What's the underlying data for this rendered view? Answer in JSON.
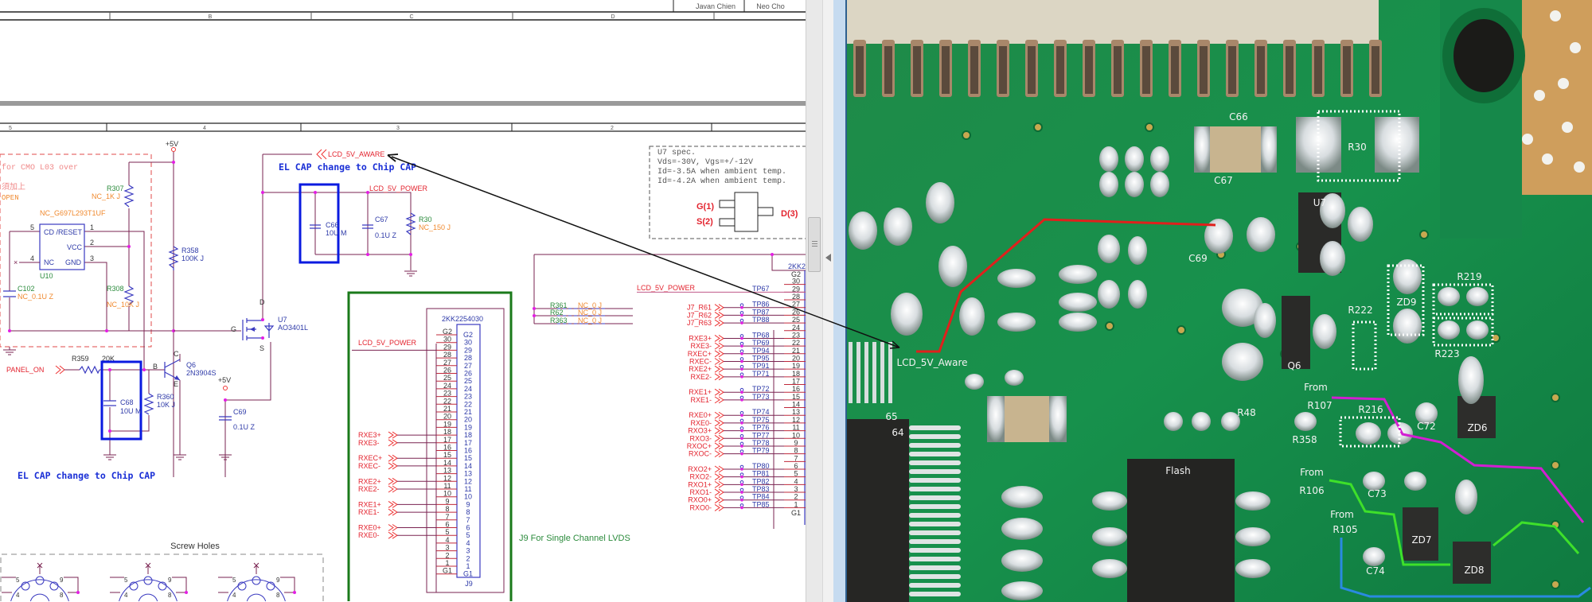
{
  "title_block": {
    "names": [
      "Javan Chien",
      "Neo Cho"
    ],
    "col_letters": [
      "B",
      "C",
      "D"
    ],
    "row_numbers": [
      "5",
      "4",
      "3",
      "2"
    ]
  },
  "schematic": {
    "vcc_5v": "+5V",
    "note_cmo": "for CMO L03 over",
    "note_cn": "須加上",
    "note_open": "OPEN",
    "r307": {
      "ref": "R307",
      "val": "NC_1K J"
    },
    "r308": {
      "ref": "R308",
      "val": "NC_10K J"
    },
    "u10": {
      "part": "NC_G697L293T1UF",
      "ref": "U10",
      "pins": {
        "cd_reset": "CD /RESET",
        "vcc": "VCC",
        "nc": "NC",
        "gnd": "GND"
      },
      "pin_numbers": [
        "5",
        "1",
        "2",
        "4",
        "3"
      ]
    },
    "c102": {
      "ref": "C102",
      "val": "NC_0.1U Z"
    },
    "r358": {
      "ref": "R358",
      "val": "100K J"
    },
    "u7": {
      "ref": "U7",
      "val": "AO3401L",
      "g": "G",
      "d": "D",
      "s": "S"
    },
    "lcd_5v_aware": "LCD_5V_AWARE",
    "el_cap_note": "EL CAP change to Chip CAP",
    "lcd_5v_power": "LCD_5V_POWER",
    "c66": {
      "ref": "C66",
      "val": "10U M"
    },
    "c67": {
      "ref": "C67",
      "val": "0.1U Z"
    },
    "r30": {
      "ref": "R30",
      "val": "NC_150 J"
    },
    "panel_on": "PANEL_ON",
    "r359": {
      "ref": "R359",
      "val": "20K"
    },
    "q6": {
      "ref": "Q6",
      "val": "2N3904S",
      "b": "B",
      "c": "C",
      "e": "E"
    },
    "c68": {
      "ref": "C68",
      "val": "10U M"
    },
    "r360": {
      "ref": "R360",
      "val": "10K J"
    },
    "c69": {
      "ref": "C69",
      "val": "0.1U Z"
    },
    "screw_holes": "Screw Holes",
    "screw_pins": [
      "5",
      "9",
      "4",
      "8"
    ],
    "u7_spec": {
      "lines": [
        "U7 spec.",
        "Vds=-30V, Vgs=+/-12V",
        "Id=-3.5A when ambient temp.",
        "Id=-4.2A when ambient temp."
      ],
      "g": "G(1)",
      "s": "S(2)",
      "d": "D(3)"
    },
    "j9": {
      "part": "2KK2254030",
      "ref": "J9",
      "caption": "J9 For Single Channel LVDS",
      "power": "LCD_5V_POWER",
      "pins": [
        "G2",
        "30",
        "29",
        "28",
        "27",
        "26",
        "25",
        "24",
        "23",
        "22",
        "21",
        "20",
        "19",
        "18",
        "17",
        "16",
        "15",
        "14",
        "13",
        "12",
        "11",
        "10",
        "9",
        "8",
        "7",
        "6",
        "5",
        "4",
        "3",
        "2",
        "1",
        "G1"
      ],
      "signals": [
        {
          "pin": "18",
          "name": "RXE3+"
        },
        {
          "pin": "17",
          "name": "RXE3-"
        },
        {
          "pin": "15",
          "name": "RXEC+"
        },
        {
          "pin": "14",
          "name": "RXEC-"
        },
        {
          "pin": "12",
          "name": "RXE2+"
        },
        {
          "pin": "11",
          "name": "RXE2-"
        },
        {
          "pin": "9",
          "name": "RXE1+"
        },
        {
          "pin": "8",
          "name": "RXE1-"
        },
        {
          "pin": "6",
          "name": "RXE0+"
        },
        {
          "pin": "5",
          "name": "RXE0-"
        }
      ]
    },
    "r361": {
      "ref": "R361",
      "val": "NC_0 J"
    },
    "r62": {
      "ref": "R62",
      "val": "NC_0 J"
    },
    "r363": {
      "ref": "R363",
      "val": "NC_0 J"
    },
    "j7": {
      "part": "2KK2",
      "power": {
        "label": "LCD_5V_POWER",
        "tp": "TP67",
        "pin": "29"
      },
      "signals": [
        {
          "pin": "27",
          "name": "J7_R61",
          "tp": "TP86"
        },
        {
          "pin": "26",
          "name": "J7_R62",
          "tp": "TP87"
        },
        {
          "pin": "25",
          "name": "J7_R63",
          "tp": "TP88"
        },
        {
          "pin": "23",
          "name": "RXE3+",
          "tp": "TP68"
        },
        {
          "pin": "22",
          "name": "RXE3-",
          "tp": "TP69"
        },
        {
          "pin": "21",
          "name": "RXEC+",
          "tp": "TP94"
        },
        {
          "pin": "20",
          "name": "RXEC-",
          "tp": "TP95"
        },
        {
          "pin": "19",
          "name": "RXE2+",
          "tp": "TP91"
        },
        {
          "pin": "18",
          "name": "RXE2-",
          "tp": "TP71"
        },
        {
          "pin": "16",
          "name": "RXE1+",
          "tp": "TP72"
        },
        {
          "pin": "15",
          "name": "RXE1-",
          "tp": "TP73"
        },
        {
          "pin": "13",
          "name": "RXE0+",
          "tp": "TP74"
        },
        {
          "pin": "12",
          "name": "RXE0-",
          "tp": "TP75"
        },
        {
          "pin": "11",
          "name": "RXO3+",
          "tp": "TP76"
        },
        {
          "pin": "10",
          "name": "RXO3-",
          "tp": "TP77"
        },
        {
          "pin": "9",
          "name": "RXOC+",
          "tp": "TP78"
        },
        {
          "pin": "8",
          "name": "RXOC-",
          "tp": "TP79"
        },
        {
          "pin": "6",
          "name": "RXO2+",
          "tp": "TP80"
        },
        {
          "pin": "5",
          "name": "RXO2-",
          "tp": "TP81"
        },
        {
          "pin": "4",
          "name": "RXO1+",
          "tp": "TP82"
        },
        {
          "pin": "3",
          "name": "RXO1-",
          "tp": "TP83"
        },
        {
          "pin": "2",
          "name": "RXO0+",
          "tp": "TP84"
        },
        {
          "pin": "1",
          "name": "RXO0-",
          "tp": "TP85"
        }
      ]
    }
  },
  "photo": {
    "labels": {
      "c66": "C66",
      "r30": "R30",
      "c67": "C67",
      "u7": "U7",
      "c69": "C69",
      "r219": "R219",
      "zd9": "ZD9",
      "r222": "R222",
      "r223": "R223",
      "lcd_5v_aware": "LCD_5V_Aware",
      "q6": "Q6",
      "from1": "From",
      "r107": "R107",
      "r216": "R216",
      "r48": "R48",
      "c72": "C72",
      "zd6": "ZD6",
      "r358": "R358",
      "pin65": "65",
      "pin64": "64",
      "flash": "Flash",
      "from2": "From",
      "r106": "R106",
      "c73": "C73",
      "from3": "From",
      "r105": "R105",
      "zd7": "ZD7",
      "c74": "C74",
      "zd8": "ZD8"
    },
    "trace_colors": {
      "lcd_5v": "#e0201c",
      "r107": "#d21ed2",
      "r106": "#3ee02a",
      "r105": "#2a8ae0"
    }
  }
}
